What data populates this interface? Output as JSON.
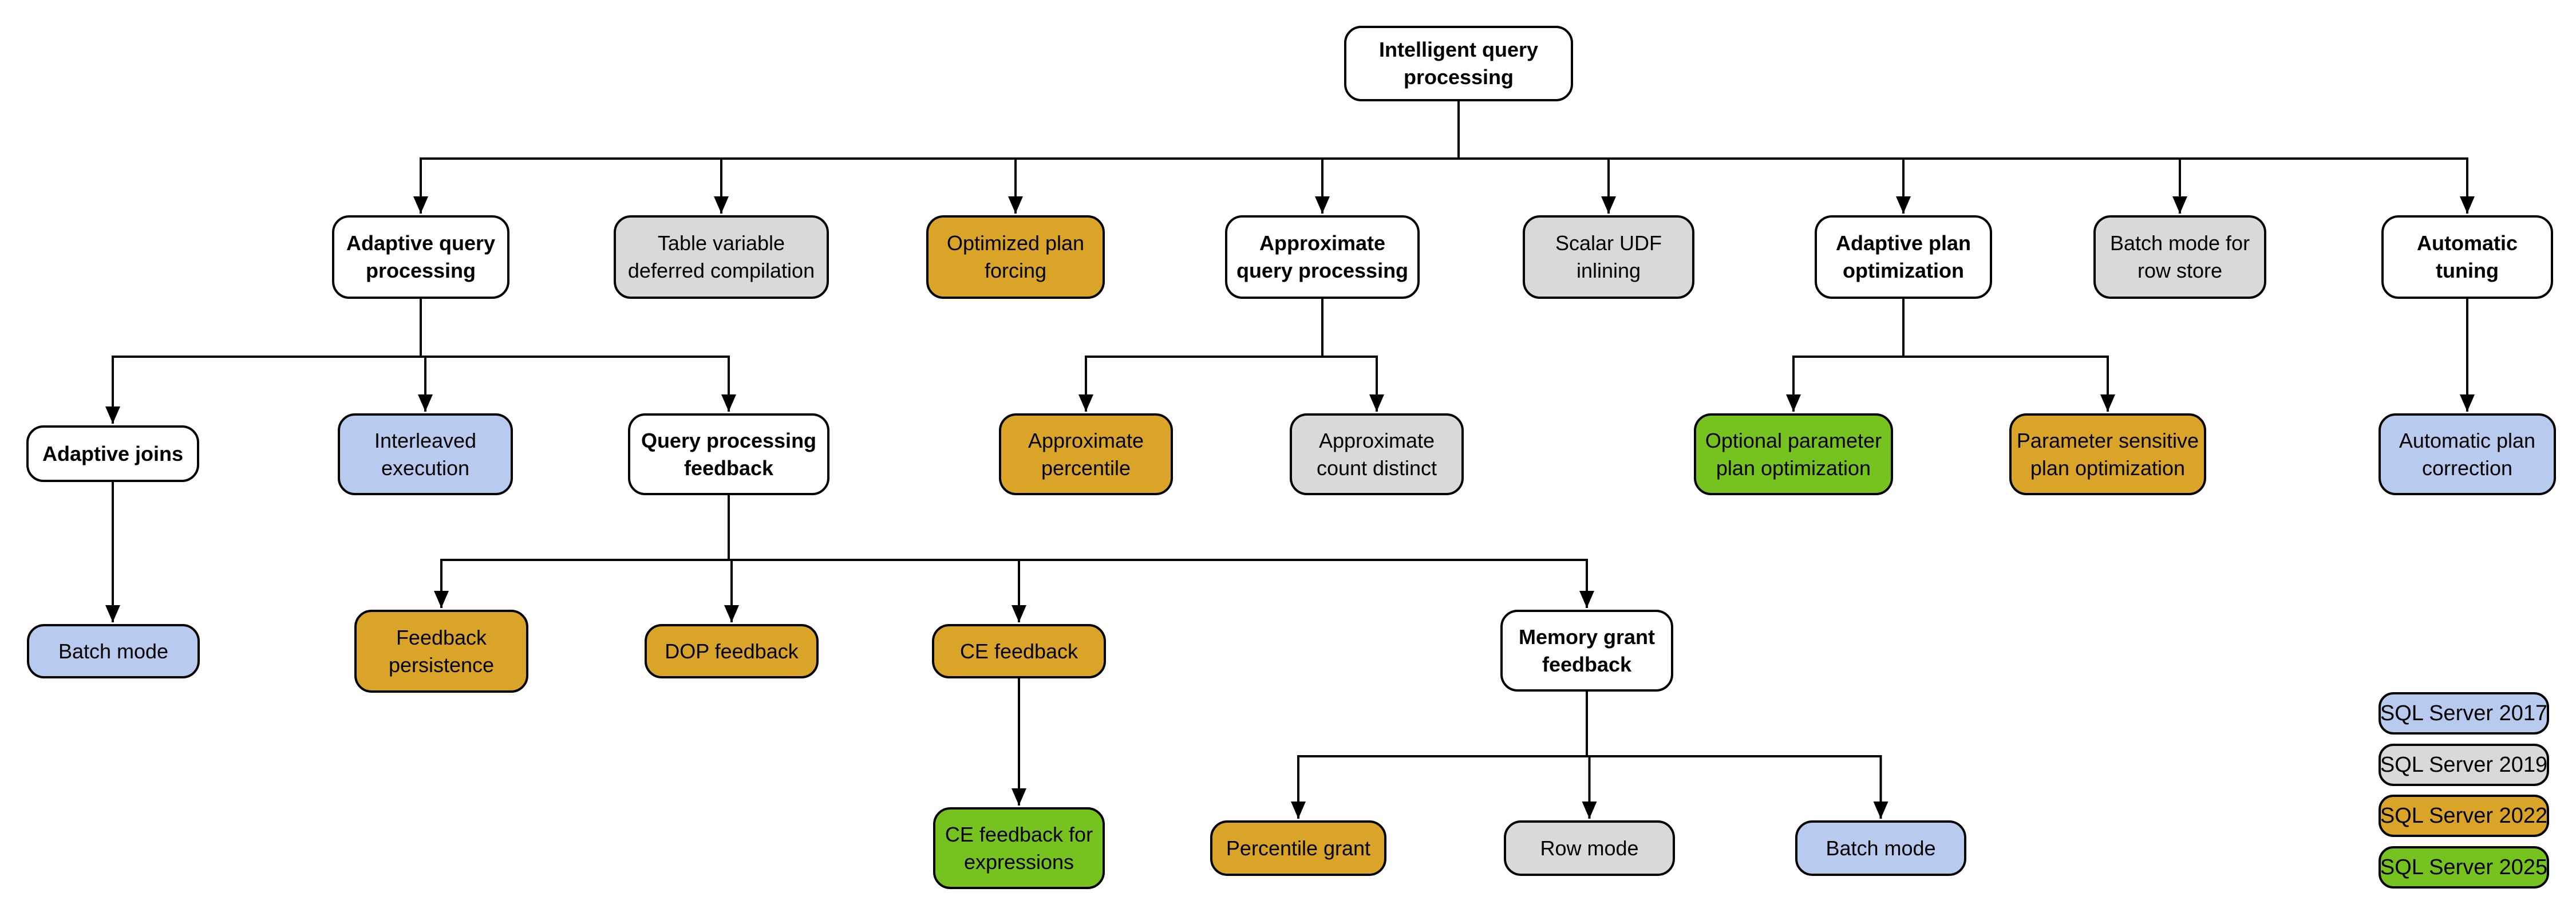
{
  "diagram": {
    "title": "Intelligent query processing",
    "palette": {
      "2017": "#b9caef",
      "2019": "#d9d9d9",
      "2022": "#d9a427",
      "2025": "#76c21e",
      "none": "#ffffff"
    },
    "line_color": "#000000",
    "nodes": [
      {
        "id": "root",
        "label": "Intelligent query\nprocessing",
        "category": "none"
      },
      {
        "id": "aqp",
        "label": "Adaptive query\nprocessing",
        "category": "none"
      },
      {
        "id": "tvdc",
        "label": "Table variable\ndeferred compilation",
        "category": "2019"
      },
      {
        "id": "opf",
        "label": "Optimized plan\nforcing",
        "category": "2022"
      },
      {
        "id": "approx-qp",
        "label": "Approximate\nquery processing",
        "category": "none"
      },
      {
        "id": "scalar-udf",
        "label": "Scalar UDF\ninlining",
        "category": "2019"
      },
      {
        "id": "apo",
        "label": "Adaptive plan\noptimization",
        "category": "none"
      },
      {
        "id": "bmrs",
        "label": "Batch mode for\nrow store",
        "category": "2019"
      },
      {
        "id": "at",
        "label": "Automatic\ntuning",
        "category": "none"
      },
      {
        "id": "aj",
        "label": "Adaptive joins",
        "category": "none"
      },
      {
        "id": "ie",
        "label": "Interleaved\nexecution",
        "category": "2017"
      },
      {
        "id": "qpf",
        "label": "Query processing\nfeedback",
        "category": "none"
      },
      {
        "id": "ap",
        "label": "Approximate\npercentile",
        "category": "2022"
      },
      {
        "id": "acd",
        "label": "Approximate\ncount distinct",
        "category": "2019"
      },
      {
        "id": "oppo",
        "label": "Optional parameter\nplan optimization",
        "category": "2025"
      },
      {
        "id": "pspo",
        "label": "Parameter sensitive\nplan optimization",
        "category": "2022"
      },
      {
        "id": "apc",
        "label": "Automatic plan\ncorrection",
        "category": "2017"
      },
      {
        "id": "bm-aj",
        "label": "Batch mode",
        "category": "2017"
      },
      {
        "id": "fp",
        "label": "Feedback\npersistence",
        "category": "2022"
      },
      {
        "id": "dop",
        "label": "DOP feedback",
        "category": "2022"
      },
      {
        "id": "cef",
        "label": "CE feedback",
        "category": "2022"
      },
      {
        "id": "mgf",
        "label": "Memory grant\nfeedback",
        "category": "none"
      },
      {
        "id": "cefe",
        "label": "CE feedback for\nexpressions",
        "category": "2025"
      },
      {
        "id": "pg",
        "label": "Percentile grant",
        "category": "2022"
      },
      {
        "id": "rm",
        "label": "Row mode",
        "category": "2019"
      },
      {
        "id": "bm2",
        "label": "Batch mode",
        "category": "2017"
      }
    ],
    "edges": [
      {
        "parent": "root",
        "children": [
          "aqp",
          "tvdc",
          "opf",
          "approx-qp",
          "scalar-udf",
          "apo",
          "bmrs",
          "at"
        ]
      },
      {
        "parent": "aqp",
        "children": [
          "aj",
          "ie",
          "qpf"
        ]
      },
      {
        "parent": "approx-qp",
        "children": [
          "ap",
          "acd"
        ]
      },
      {
        "parent": "apo",
        "children": [
          "oppo",
          "pspo"
        ]
      },
      {
        "parent": "at",
        "children": [
          "apc"
        ]
      },
      {
        "parent": "aj",
        "children": [
          "bm-aj"
        ]
      },
      {
        "parent": "qpf",
        "children": [
          "fp",
          "dop",
          "cef",
          "mgf"
        ]
      },
      {
        "parent": "cef",
        "children": [
          "cefe"
        ]
      },
      {
        "parent": "mgf",
        "children": [
          "pg",
          "rm",
          "bm2"
        ]
      }
    ],
    "legend": [
      {
        "label": "SQL Server 2017",
        "category": "2017"
      },
      {
        "label": "SQL Server 2019",
        "category": "2019"
      },
      {
        "label": "SQL Server 2022",
        "category": "2022"
      },
      {
        "label": "SQL Server 2025",
        "category": "2025"
      }
    ]
  }
}
